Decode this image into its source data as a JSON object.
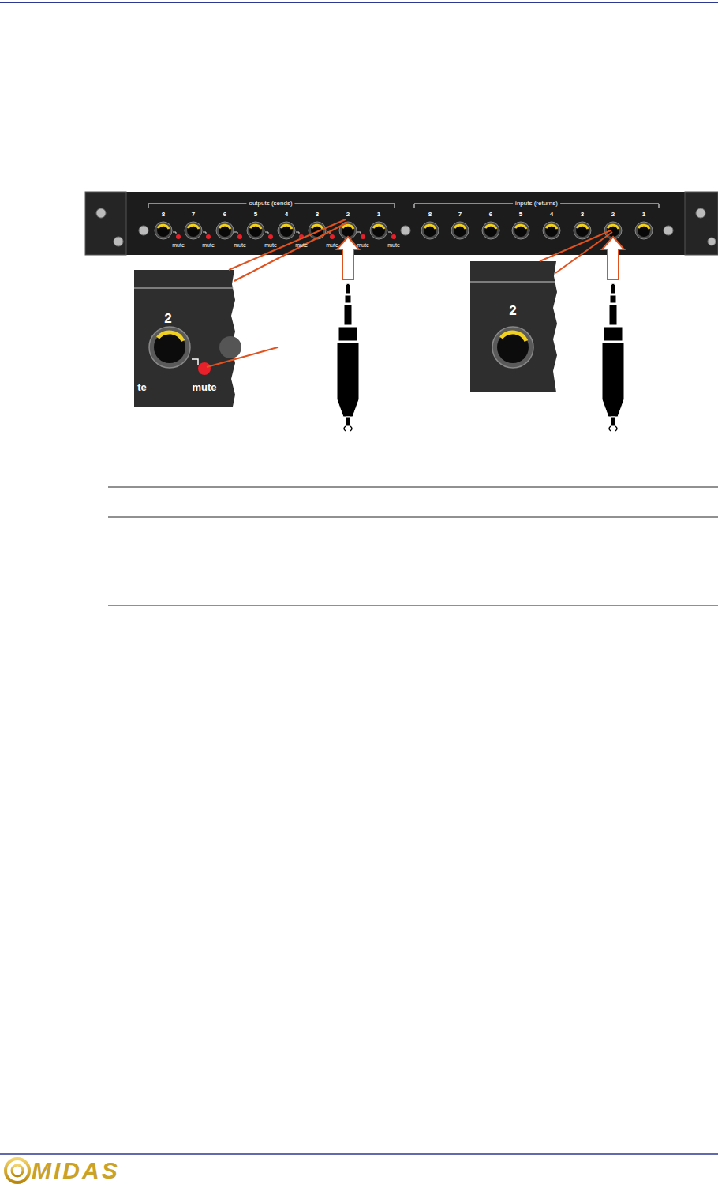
{
  "diagram": {
    "labels": [
      "outputs (sends)",
      "8",
      "7",
      "6",
      "5",
      "4",
      "3",
      "2",
      "1",
      "mute",
      "mute",
      "mute",
      "mute",
      "mute",
      "mute",
      "mute",
      "mute",
      "inputs (returns)",
      "8",
      "7",
      "6",
      "5",
      "4",
      "3",
      "2",
      "1",
      "2",
      "mute",
      "te",
      "2",
      "MIDAS"
    ]
  }
}
